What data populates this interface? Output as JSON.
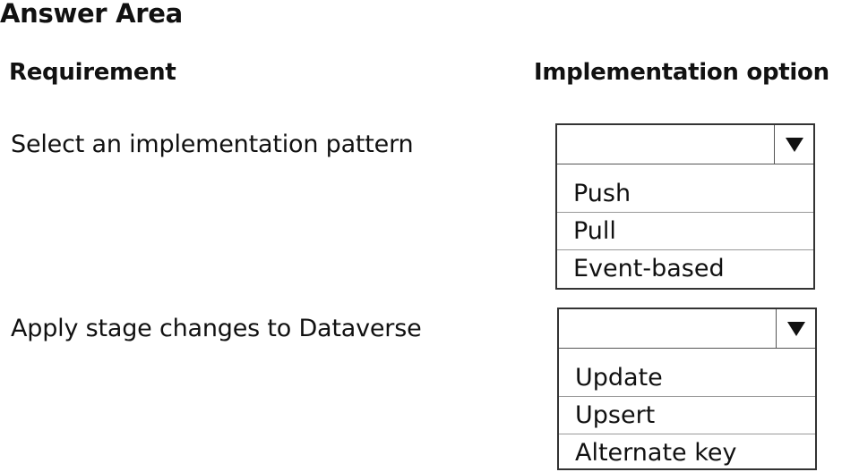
{
  "title": "Answer Area",
  "headers": {
    "requirement": "Requirement",
    "implementation": "Implementation option"
  },
  "rows": [
    {
      "requirement": "Select an implementation pattern",
      "selected": "",
      "options": [
        "Push",
        "Pull",
        "Event-based"
      ]
    },
    {
      "requirement": "Apply stage changes to Dataverse",
      "selected": "",
      "options": [
        "Update",
        "Upsert",
        "Alternate key"
      ]
    }
  ]
}
